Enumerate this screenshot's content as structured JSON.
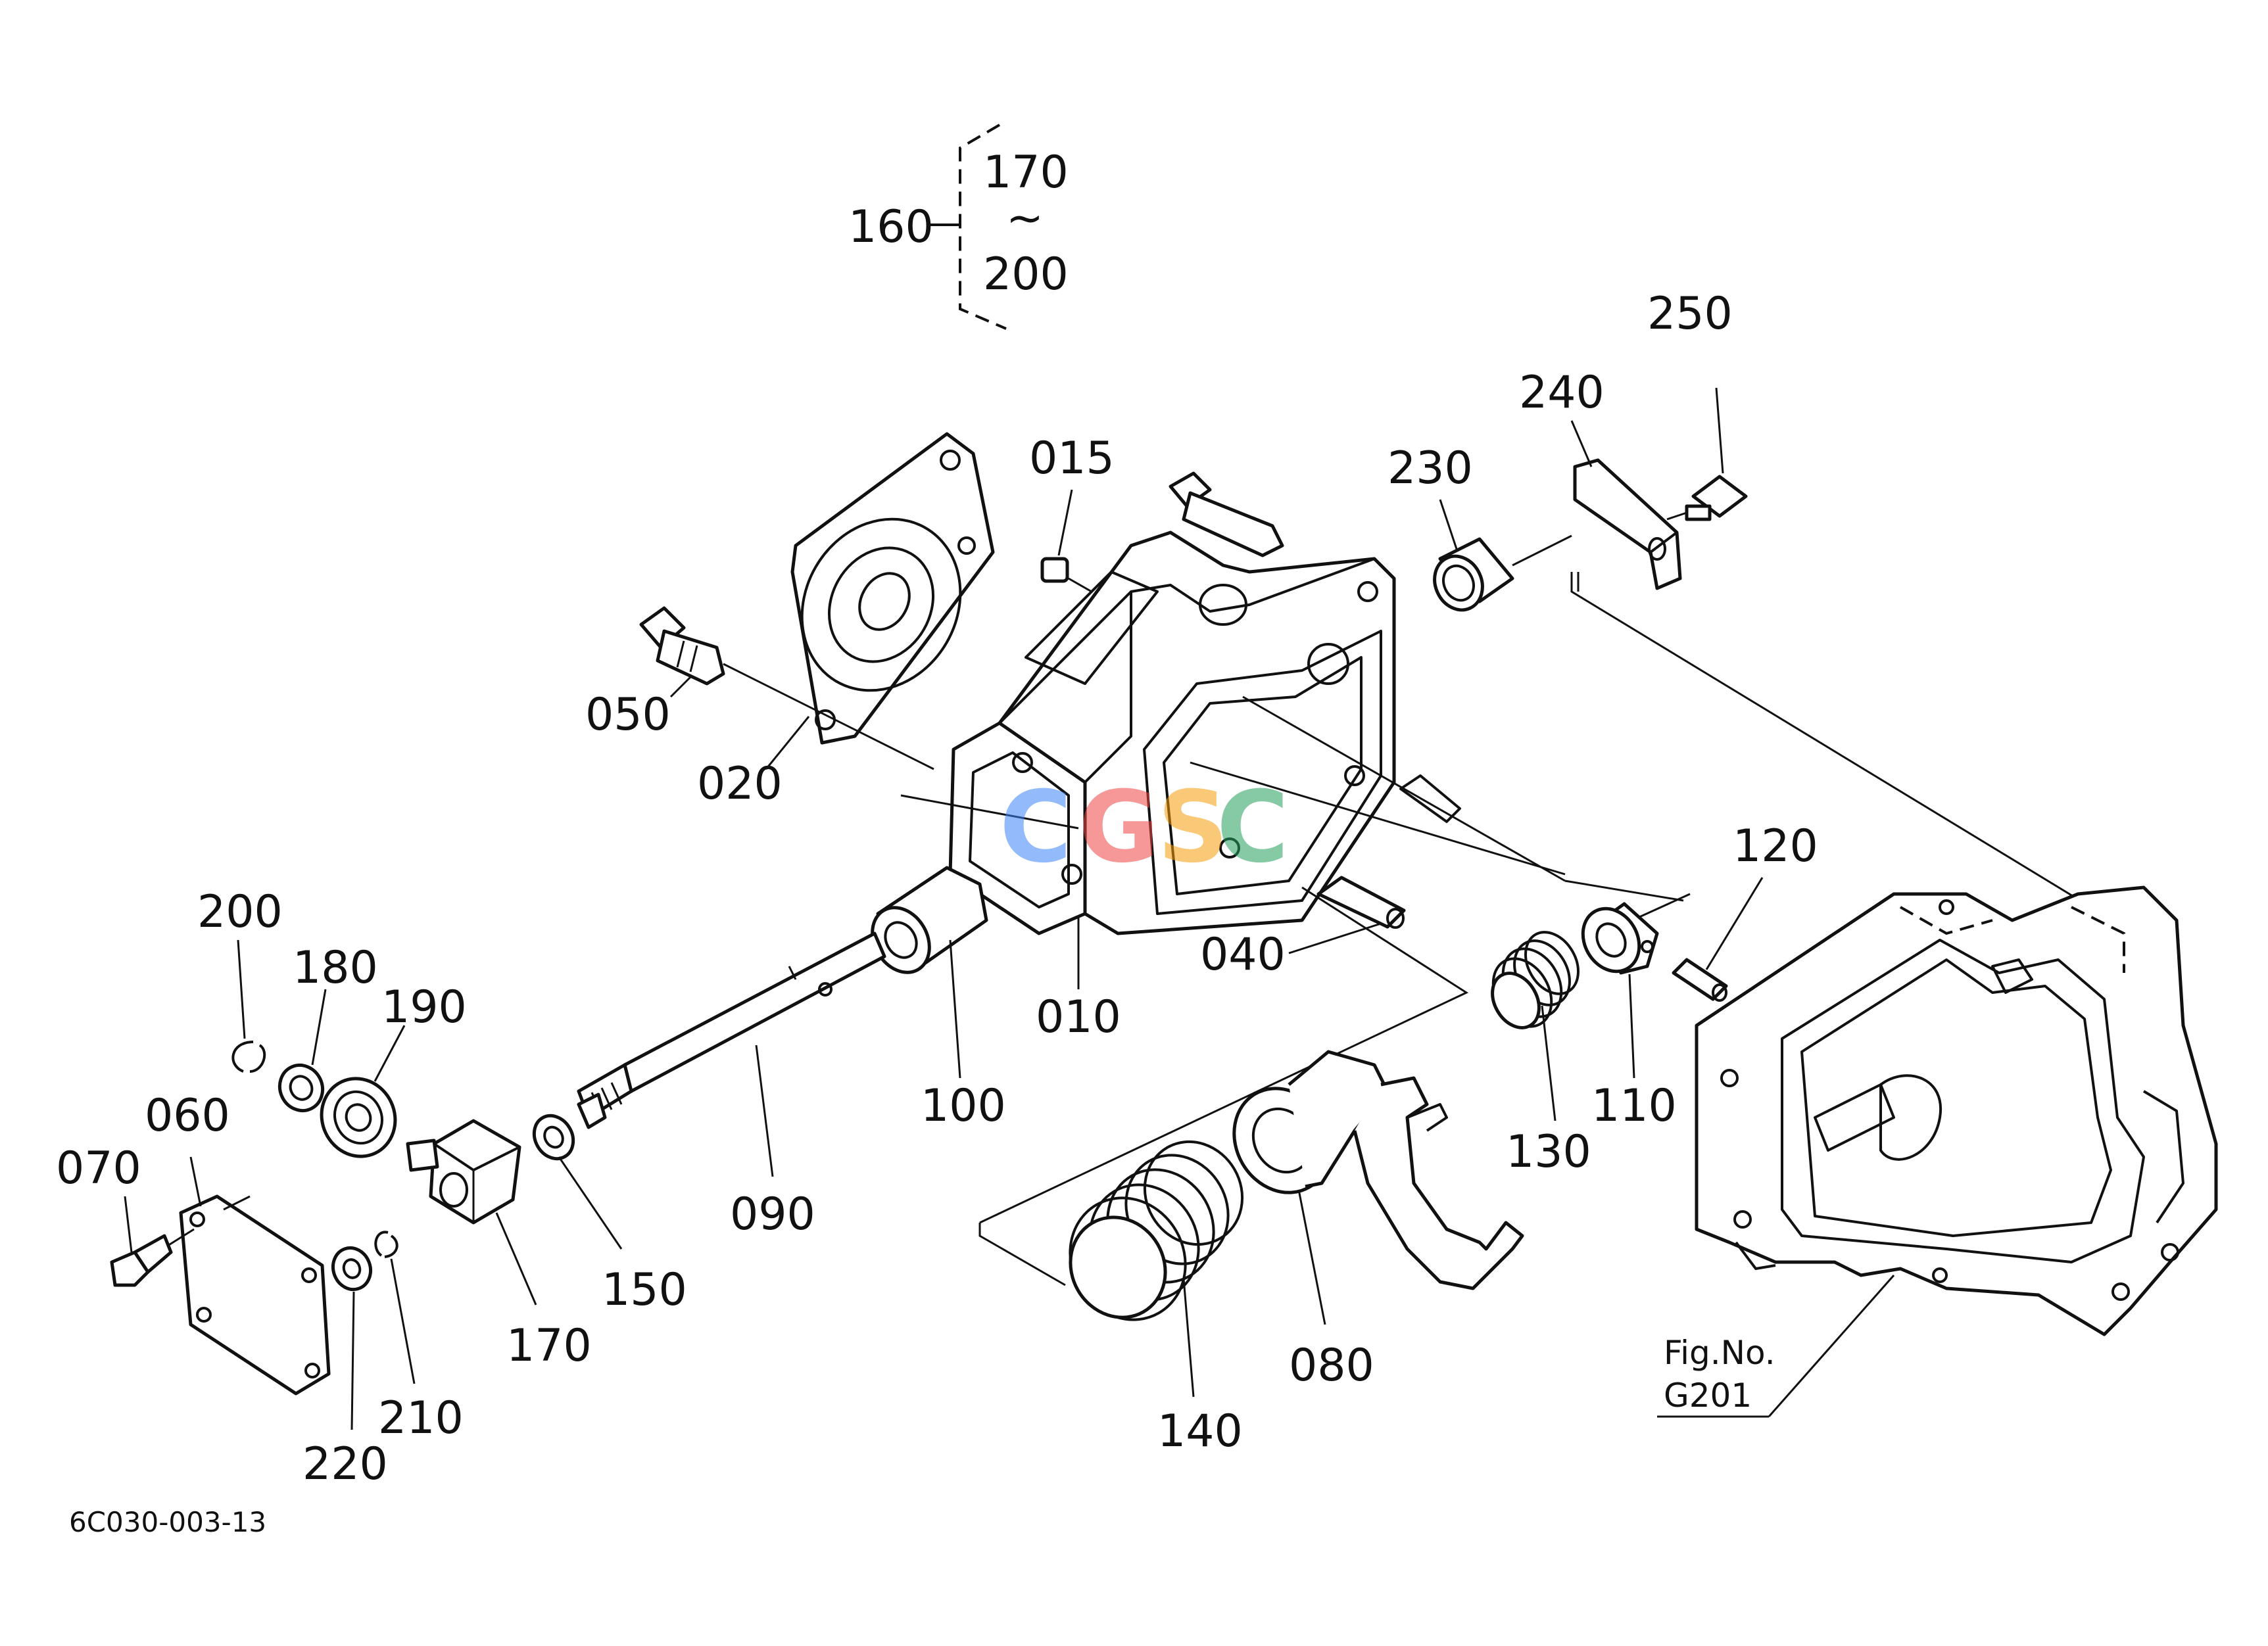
{
  "diagram": {
    "bracket_parent": "160",
    "bracket_range_start": "170",
    "bracket_range_mark": "~",
    "bracket_range_end": "200",
    "footer_code": "6C030-003-13",
    "figure_ref_line1": "Fig.No.",
    "figure_ref_line2": "G201",
    "watermark_letters": [
      "C",
      "G",
      "S",
      "C"
    ],
    "watermark_colors": [
      "#3b82f6",
      "#ef4444",
      "#f59e0b",
      "#22a05a"
    ],
    "labels": {
      "p010": "010",
      "p015": "015",
      "p020": "020",
      "p040": "040",
      "p050": "050",
      "p060": "060",
      "p070": "070",
      "p080": "080",
      "p090": "090",
      "p100": "100",
      "p110": "110",
      "p120": "120",
      "p130": "130",
      "p140": "140",
      "p150": "150",
      "p170": "170",
      "p180": "180",
      "p190": "190",
      "p200": "200",
      "p210": "210",
      "p220": "220",
      "p230": "230",
      "p240": "240",
      "p250": "250"
    }
  }
}
